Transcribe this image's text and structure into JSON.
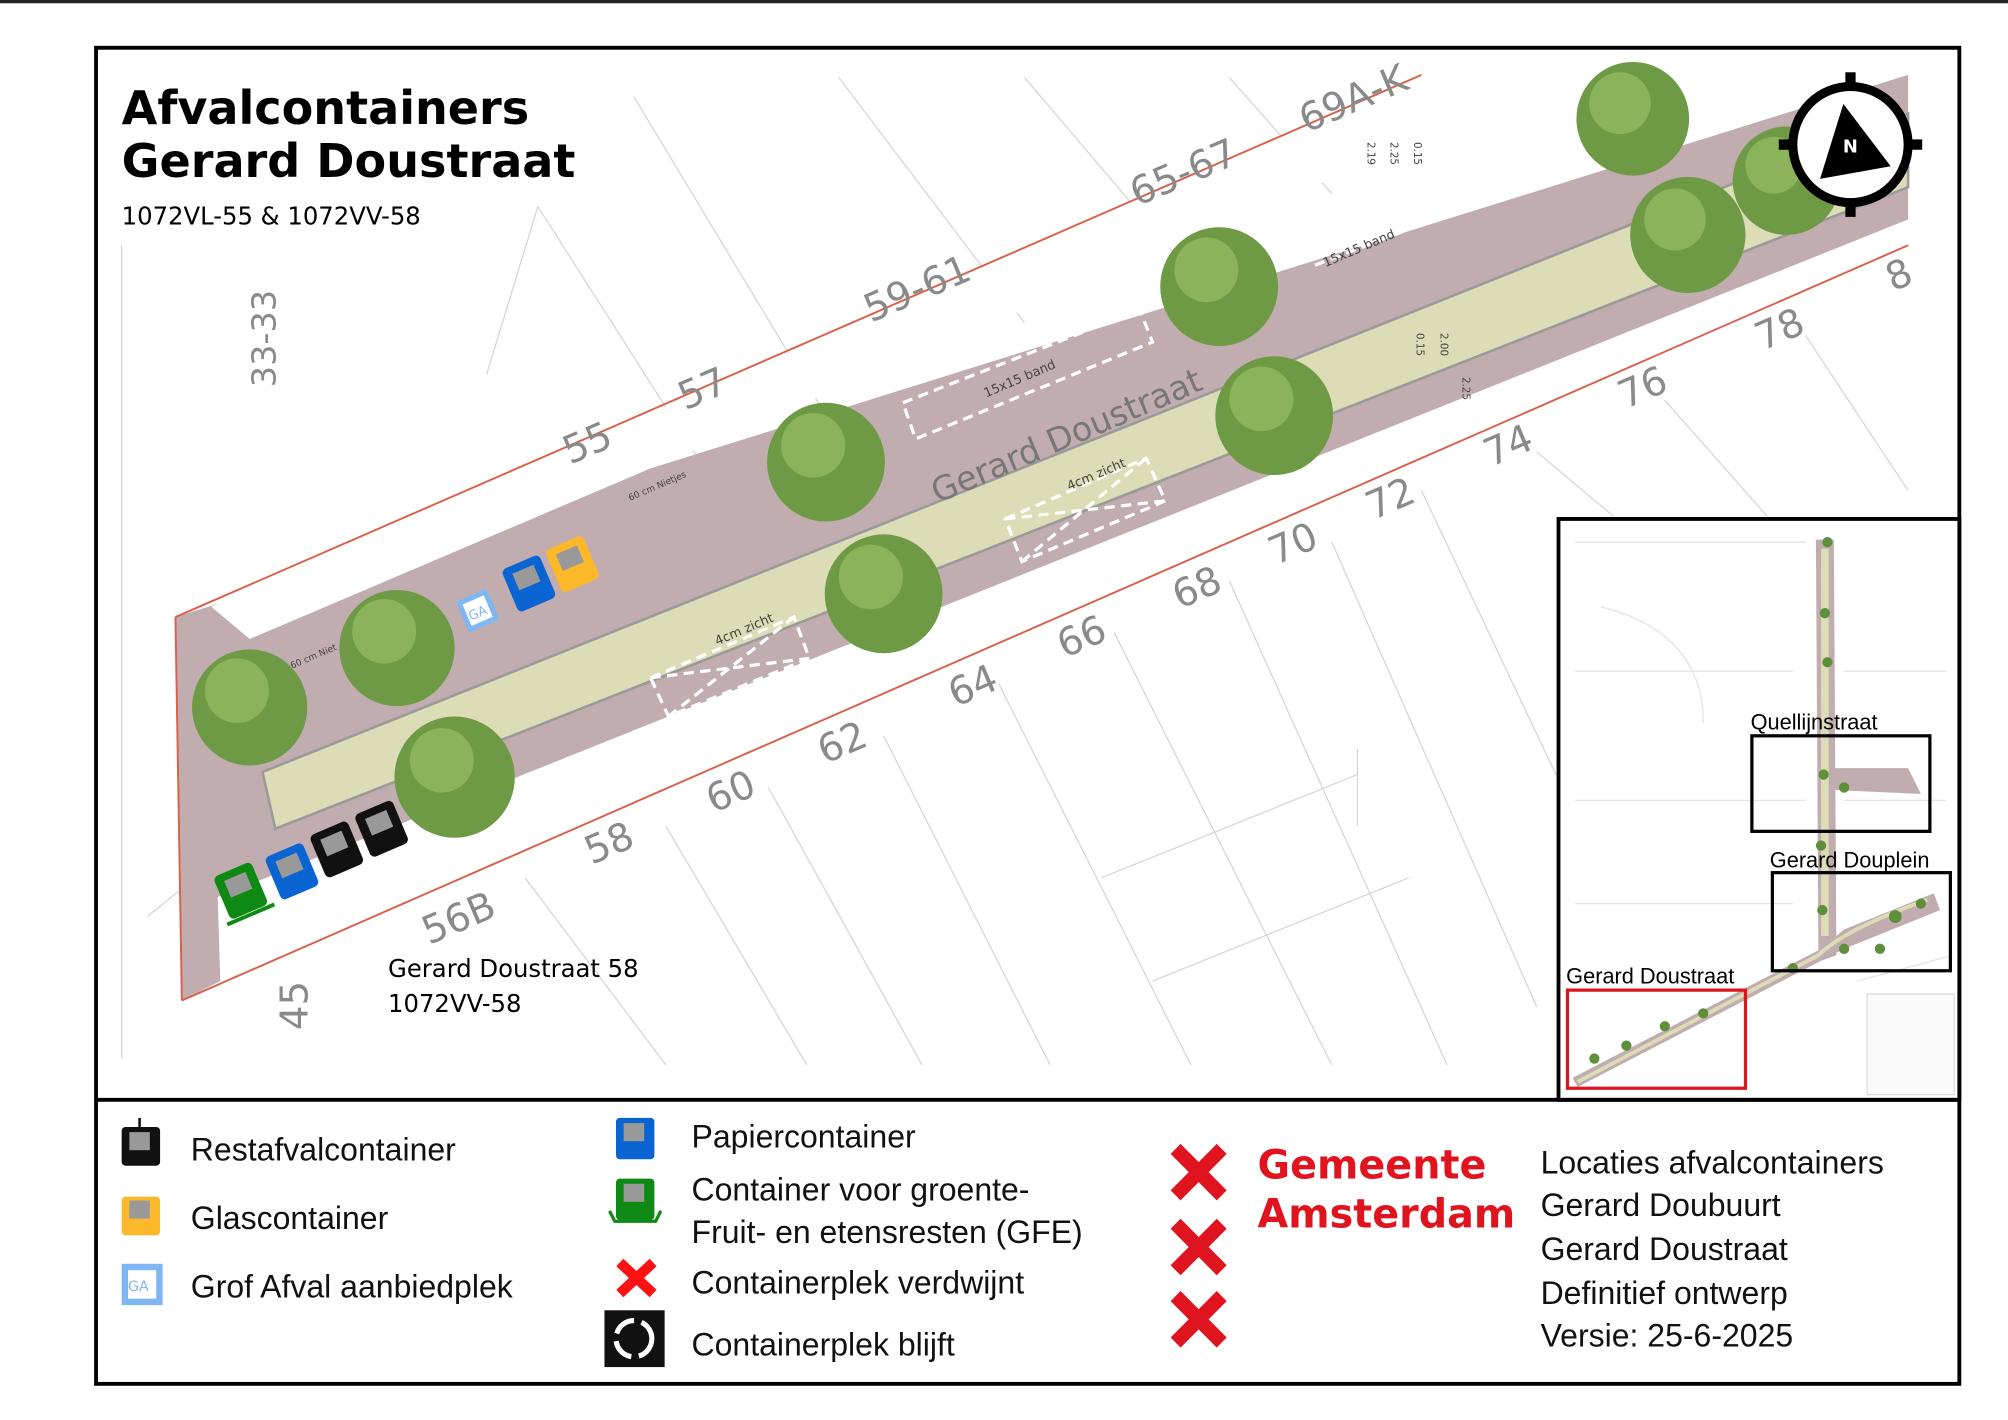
{
  "title": {
    "line1": "Afvalcontainers",
    "line2": "Gerard Doustraat",
    "subtitle": "1072VL-55 & 1072VV-58"
  },
  "map": {
    "street_label": "Gerard Doustraat",
    "address_label": {
      "line1": "Gerard Doustraat 58",
      "line2": "1072VV-58"
    },
    "north_label": "N",
    "house_numbers_north": [
      "33-33",
      "55",
      "57",
      "59-61",
      "65-67",
      "69A-K"
    ],
    "house_numbers_south": [
      "45",
      "56B",
      "58",
      "60",
      "62",
      "64",
      "66",
      "68",
      "70",
      "72",
      "74",
      "76",
      "78",
      "8"
    ],
    "annotations": [
      "15x15 band",
      "15x15 band",
      "4cm zicht",
      "4cm zicht",
      "60 cm Nietjes",
      "60 cm Niet",
      "2.19",
      "2.25",
      "0.15",
      "2.00",
      "2.25",
      "0.15"
    ],
    "ga_badge": "GA"
  },
  "inset": {
    "labels": [
      "Quellijnstraat",
      "Gerard Douplein",
      "Gerard Doustraat"
    ],
    "highlight_color": "#e0141e"
  },
  "legend": {
    "items": [
      {
        "label": "Restafvalcontainer",
        "icon": "black-container-icon",
        "color": "#111111"
      },
      {
        "label": "Glascontainer",
        "icon": "yellow-container-icon",
        "color": "#fbb829"
      },
      {
        "label": "Grof Afval aanbiedplek",
        "icon": "ga-icon",
        "color": "#7fb7f5"
      },
      {
        "label": "Papiercontainer",
        "icon": "blue-container-icon",
        "color": "#0a64d2"
      },
      {
        "label_line1": "Container voor groente-",
        "label_line2": "Fruit- en etensresten (GFE)",
        "icon": "green-container-icon",
        "color": "#0e8a14"
      },
      {
        "label": "Containerplek verdwijnt",
        "icon": "red-x-icon",
        "color": "#ff1111"
      },
      {
        "label": "Containerplek blijft",
        "icon": "circle-arrows-icon",
        "color": "#111111"
      }
    ]
  },
  "logo": {
    "line1": "Gemeente",
    "line2": "Amsterdam",
    "color": "#e0141e"
  },
  "info": {
    "lines": [
      "Locaties afvalcontainers",
      "Gerard Doubuurt",
      "Gerard Doustraat",
      "Definitief ontwerp",
      "Versie: 25-6-2025"
    ]
  },
  "colors": {
    "road": "#c1adb0",
    "median": "#dcdcb6",
    "tree": "#6f9a45",
    "red_line": "#d9604a"
  }
}
